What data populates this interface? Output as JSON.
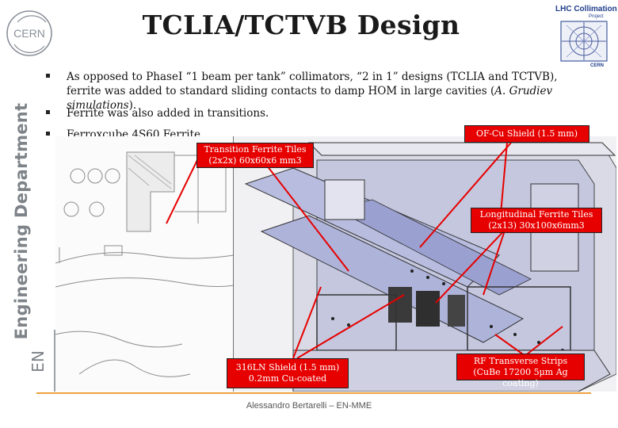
{
  "slide": {
    "title": "TCLIA/TCTVB Design",
    "cern_logo_text": "CERN",
    "lhc_logo": {
      "line1": "LHC Collimation",
      "line2": "Project",
      "line3": "CERN"
    },
    "department": "Engineering Department",
    "department_short": "EN",
    "bullets": [
      {
        "text": "As opposed to PhaseI “1 beam per tank” collimators, “2 in 1” designs (TCLIA and TCTVB), ferrite was added to standard sliding contacts to damp HOM in large cavities (",
        "emph": "A. Grudiev simulations",
        "tail": ")."
      },
      {
        "text": "Ferrite was also added in transitions."
      },
      {
        "text": "Ferroxcube 4S60 Ferrite"
      }
    ],
    "callouts": {
      "ofcu": "OF-Cu Shield (1.5 mm)",
      "transition_l1": "Transition Ferrite Tiles",
      "transition_l2": "(2x2x) 60x60x6 mm3",
      "longitudinal_l1": "Longitudinal Ferrite Tiles",
      "longitudinal_l2": "(2x13) 30x100x6mm3",
      "shield_l1": "316LN Shield (1.5 mm)",
      "shield_l2": "0.2mm Cu-coated",
      "rf_l1": "RF Transverse Strips",
      "rf_l2": "(CuBe 17200 5μm Ag coating)"
    },
    "footer": "Alessandro Bertarelli – EN-MME",
    "colors": {
      "callout_bg": "#e60000",
      "accent_rule": "#f0a040",
      "model_blue": "#b8bde0"
    }
  }
}
